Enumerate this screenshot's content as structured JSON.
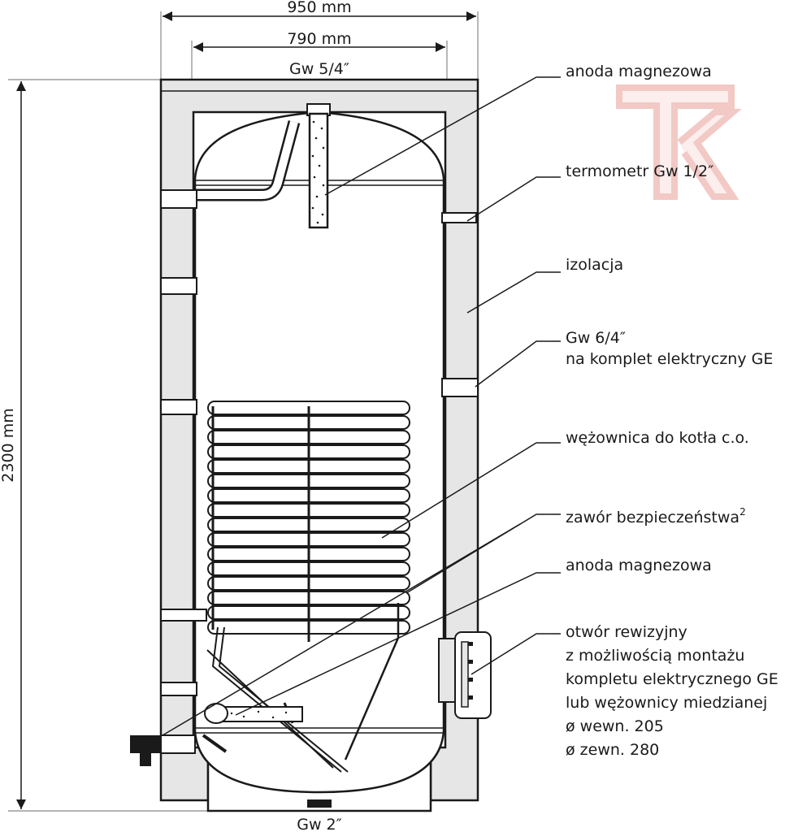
{
  "dimensions": {
    "width_outer": "950 mm",
    "width_inner": "790 mm",
    "height": "2300 mm",
    "top_connection": "Gw 5/4″",
    "bottom_connection": "Gw 2″"
  },
  "labels": {
    "anode_top": "anoda magnezowa",
    "thermometer": "termometr Gw 1/2″",
    "insulation": "izolacja",
    "electric_set_line1": "Gw 6/4″",
    "electric_set_line2": "na komplet elektryczny GE",
    "coil": "wężownica do kotła c.o.",
    "safety_valve": "zawór bezpieczeństwa",
    "safety_valve_note": "2",
    "anode_bottom": "anoda magnezowa",
    "inspection_lines": [
      "otwór rewizyjny",
      "z możliwością montażu",
      "kompletu elektrycznego GE",
      "lub wężownicy miedzianej",
      "ø wewn. 205",
      "ø zewn. 280"
    ]
  },
  "colors": {
    "line": "#1a1a1a",
    "insulation_fill": "#e6e6e6",
    "dim_line": "#888888",
    "watermark": "#f2c9c5"
  },
  "logo": {
    "name": "T-logo-watermark"
  }
}
